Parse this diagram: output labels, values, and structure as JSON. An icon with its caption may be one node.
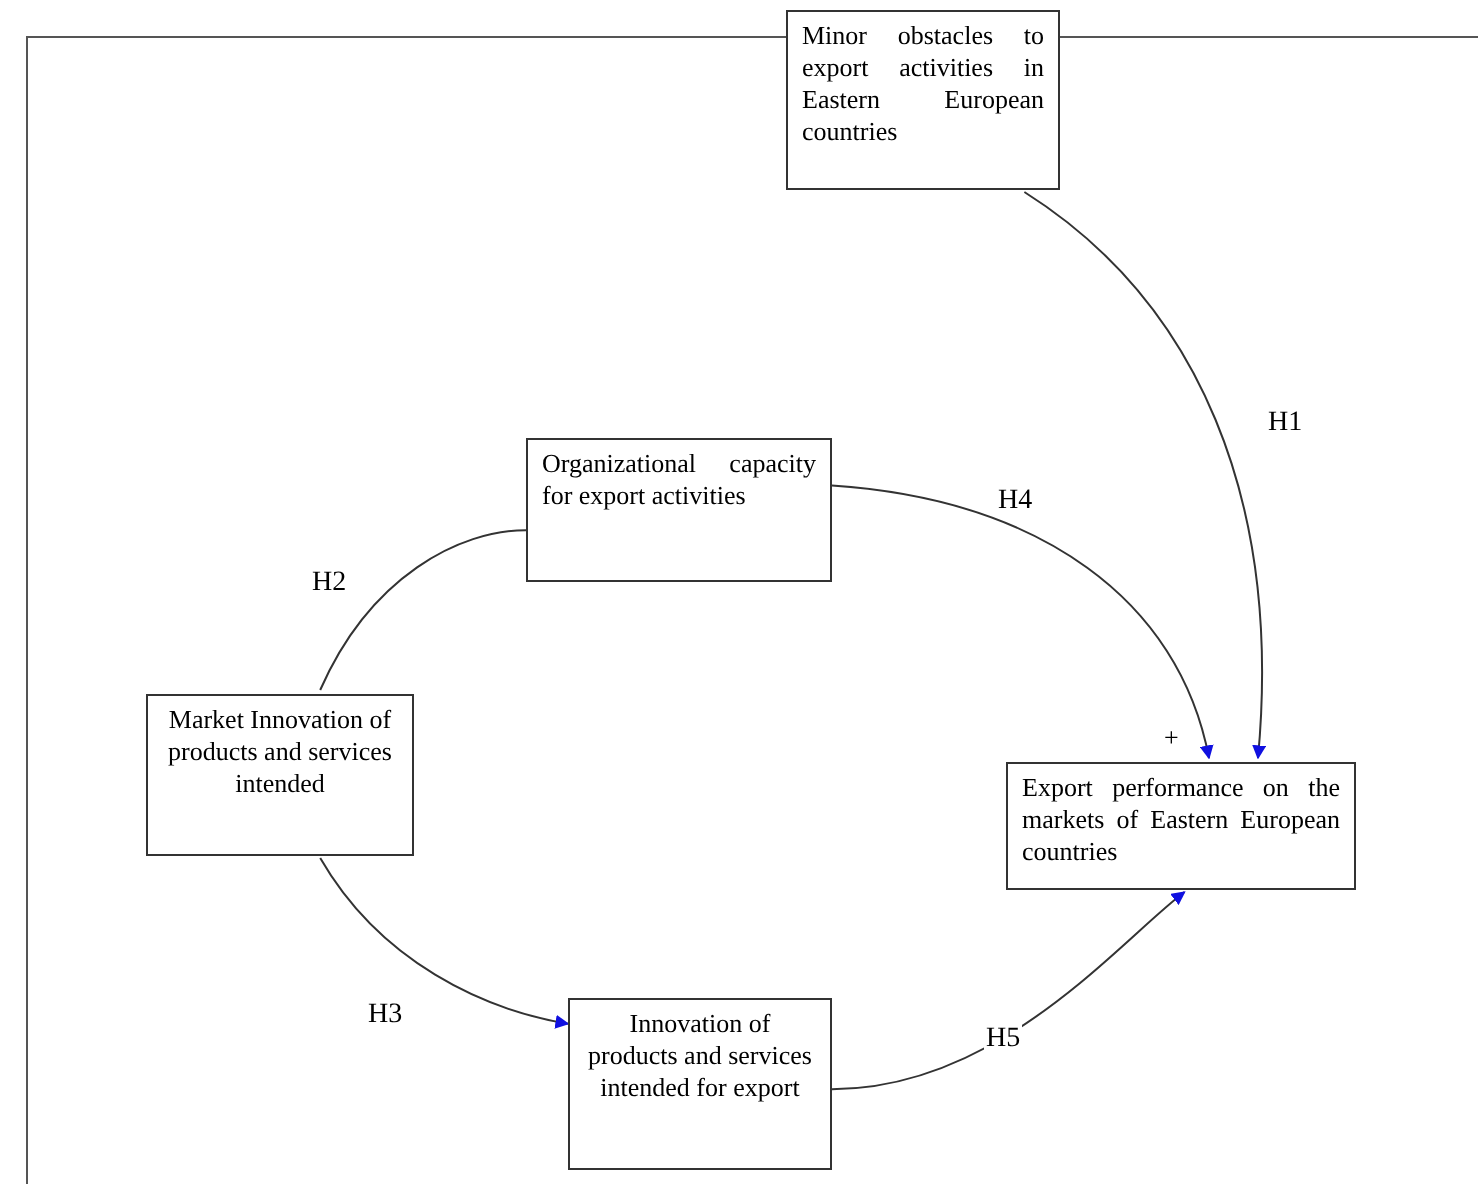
{
  "diagram": {
    "nodes": [
      {
        "text": [
          "Minor obstacles to export activities in Eastern European countries"
        ]
      },
      {
        "text": [
          "Organizational capacity for export activities"
        ]
      },
      {
        "text": [
          "Market Innovation of products and services intended"
        ]
      },
      {
        "text": [
          "Innovation of products and services intended for export"
        ]
      },
      {
        "text": [
          "Export performance on the markets of Eastern European countries"
        ]
      }
    ],
    "edges": [
      {
        "from": 0,
        "to": 4,
        "arrow": "to",
        "label": "H1"
      },
      {
        "from": 1,
        "to": 4,
        "arrow": "to",
        "label": "H4"
      },
      {
        "from": 2,
        "to": 1,
        "arrow": "none",
        "label": "H2"
      },
      {
        "from": 2,
        "to": 3,
        "arrow": "to",
        "label": "H3"
      },
      {
        "from": 3,
        "to": 4,
        "arrow": "to",
        "label": "H5"
      }
    ],
    "labels": [
      "+"
    ]
  }
}
